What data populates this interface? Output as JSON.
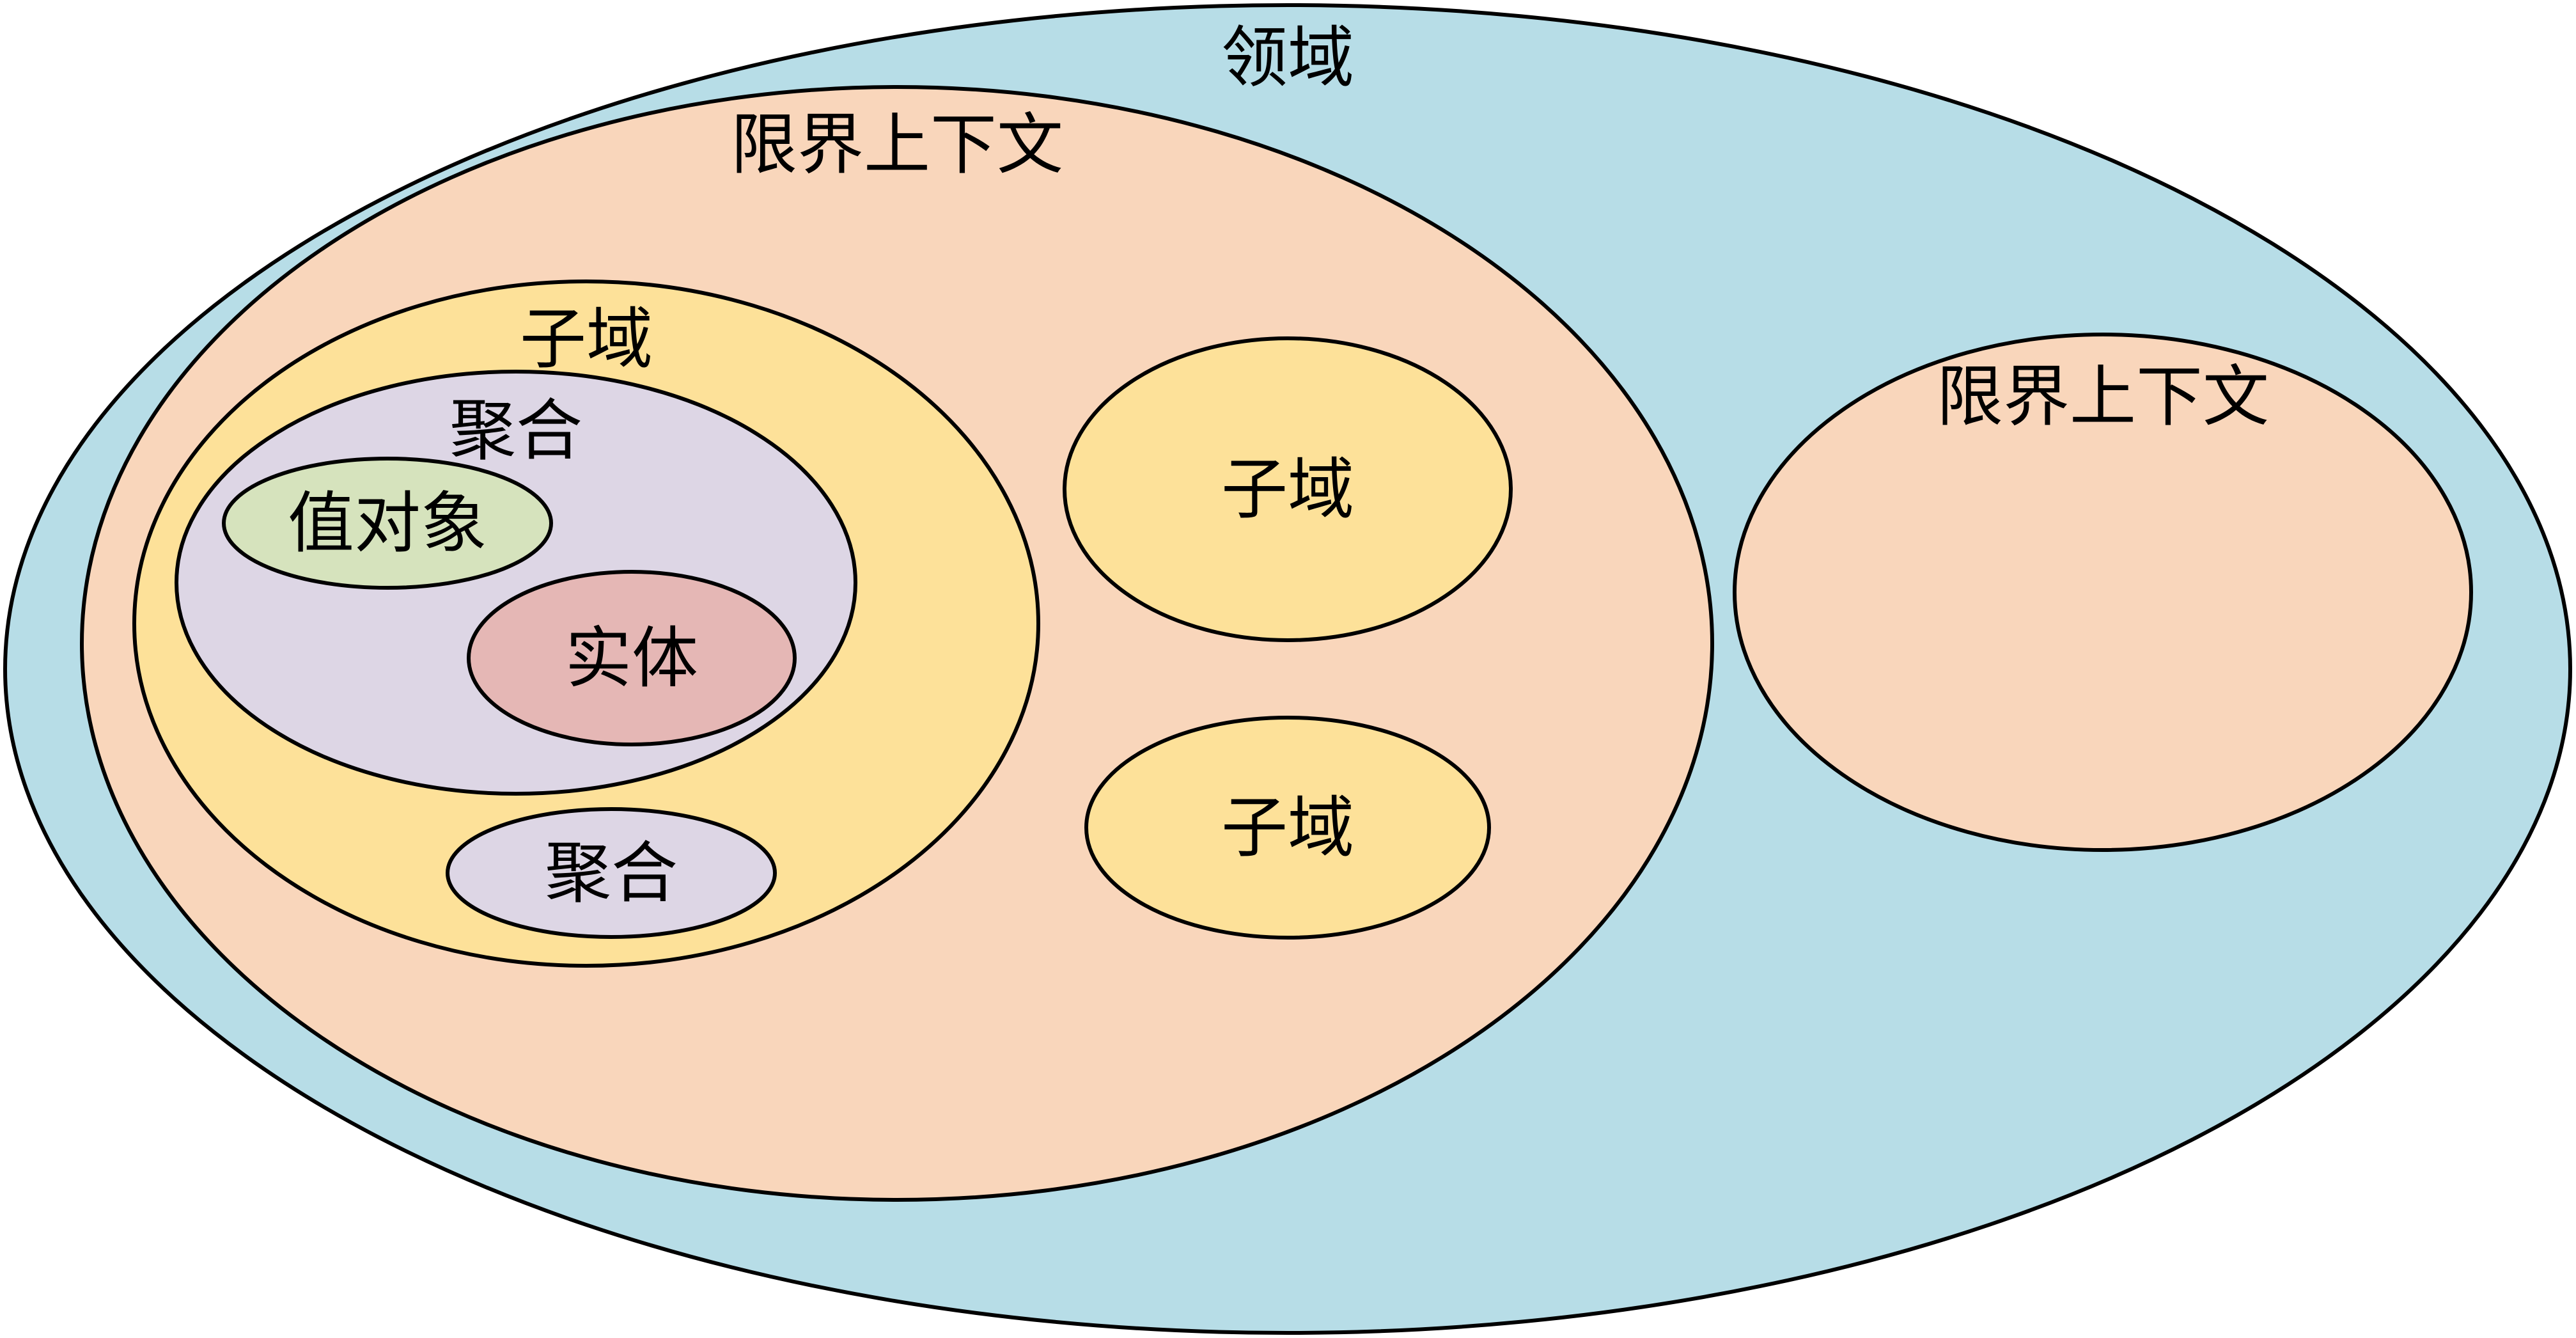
{
  "domain": {
    "label": "领域",
    "color": "#b7dde7"
  },
  "bounded_context_main": {
    "label": "限界上下文",
    "color": "#f9d6bb"
  },
  "subdomain_main": {
    "label": "子域",
    "color": "#fde199"
  },
  "aggregate_main": {
    "label": "聚合",
    "color": "#ddd6e5"
  },
  "value_object": {
    "label": "值对象",
    "color": "#d6e3bd"
  },
  "entity": {
    "label": "实体",
    "color": "#e5b7b5"
  },
  "aggregate_second": {
    "label": "聚合",
    "color": "#ddd6e5"
  },
  "subdomain_upper": {
    "label": "子域",
    "color": "#fde199"
  },
  "subdomain_lower": {
    "label": "子域",
    "color": "#fde199"
  },
  "bounded_context_right": {
    "label": "限界上下文",
    "color": "#f9d6bb"
  },
  "stroke_color": "#000000"
}
